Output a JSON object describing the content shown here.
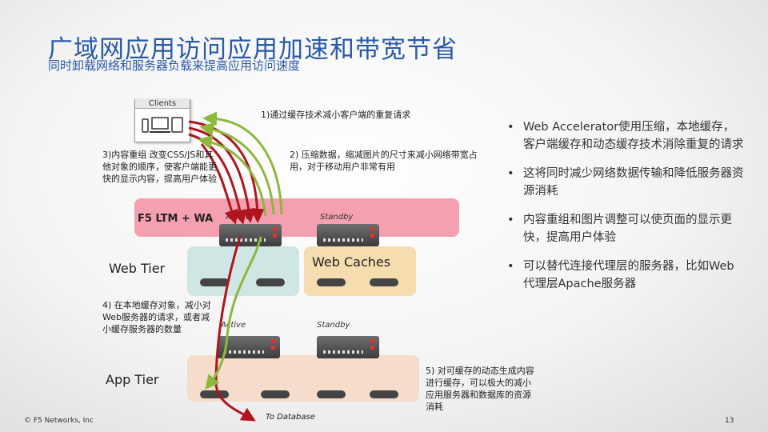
{
  "title": "广域网应用访问应用加速和带宽节省",
  "subtitle": "同时卸载网络和服务器负载来提高应用访问速度",
  "clients_label": "Clients",
  "annotations": {
    "a1": "1)通过缓存技术减小客户端的重复请求",
    "a2": "2) 压缩数据，缩减图片的尺寸来减小网络带宽占用，对于移动用户非常有用",
    "a3": "3)内容重组 改变CSS/JS和其他对象的顺序，使客户端能更快的显示内容，提高用户体验",
    "a4": "4) 在本地缓存对象，减小对Web服务器的请求，或者减小缓存服务器的数量",
    "a5": "5) 对可缓存的动态生成内容进行缓存，可以极大的减小应用服务器和数据库的资源消耗"
  },
  "tiers": {
    "ltm_label": "F5 LTM + WA",
    "ltm_active": "Active",
    "ltm_standby": "Standby",
    "web_tier": "Web Tier",
    "web_caches": "Web Caches",
    "cache_active": "Active",
    "cache_standby": "Standby",
    "app_tier": "App Tier",
    "to_database": "To Database"
  },
  "bullets": [
    "Web Accelerator使用压缩，本地缓存，客户端缓存和动态缓存技术消除重复的请求",
    "这将同时减少网络数据传输和降低服务器资源消耗",
    "内容重组和图片调整可以使页面的显示更快，提高用户体验",
    "可以替代连接代理层的服务器，比如Web代理层Apache服务器"
  ],
  "footer": {
    "copyright": "© F5 Networks, Inc",
    "page_number": "13"
  },
  "colors": {
    "title": "#2a5aa8",
    "ltm_band": "#f5a0b0",
    "web_band": "#cfe6e4",
    "cache_band": "#f6ddb0",
    "app_band": "#f5dccb",
    "red_arrow": "#b0141e",
    "green_arrow": "#8cb83c"
  }
}
